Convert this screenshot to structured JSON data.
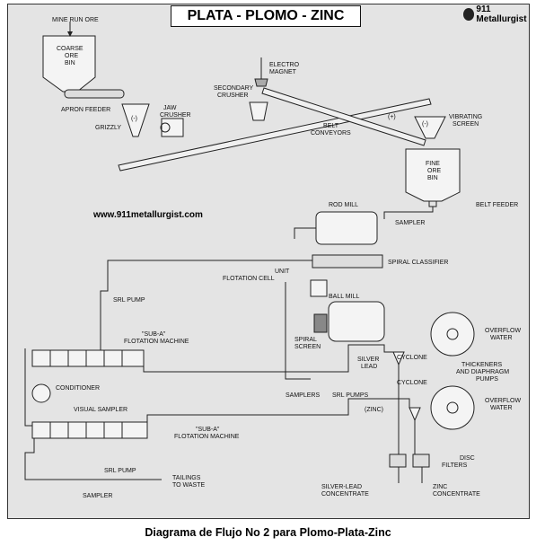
{
  "title": "PLATA - PLOMO - ZINC",
  "logo": {
    "icon": "logo-911-icon",
    "text": "911 Metallurgist"
  },
  "website": "www.911metallurgist.com",
  "caption": "Diagrama de Flujo No 2 para Plomo-Plata-Zinc",
  "labels": {
    "mine_run_ore": "MINE RUN ORE",
    "coarse_ore_bin": [
      "COARSE",
      "ORE",
      "BIN"
    ],
    "apron_feeder": "APRON FEEDER",
    "grizzly": "GRIZZLY",
    "jaw_crusher": [
      "JAW",
      "CRUSHER"
    ],
    "secondary_crusher": [
      "SECONDARY",
      "CRUSHER"
    ],
    "electro_magnet": [
      "ELECTRO",
      "MAGNET"
    ],
    "belt_conveyors": [
      "BELT",
      "CONVEYORS"
    ],
    "vibrating_screen": [
      "VIBRATING",
      "SCREEN"
    ],
    "fine_ore_bin": [
      "FINE",
      "ORE",
      "BIN"
    ],
    "belt_feeder": "BELT FEEDER",
    "rod_mill": "ROD MILL",
    "sampler": "SAMPLER",
    "spiral_classifier": "SPIRAL CLASSIFIER",
    "srl_pump": "SRL PUMP",
    "unit_flotation_cell": [
      "UNIT",
      "FLOTATION CELL"
    ],
    "ball_mill": "BALL MILL",
    "spiral_screen": [
      "SPIRAL",
      "SCREEN"
    ],
    "sub_a_flotation_1": [
      "\"SUB-A\"",
      "FLOTATION MACHINE"
    ],
    "silver_lead": [
      "SILVER",
      "LEAD"
    ],
    "cyclone": "CYCLONE",
    "overflow_water": [
      "OVERFLOW",
      "WATER"
    ],
    "thickeners": [
      "THICKENERS",
      "AND DIAPHRAGM",
      "PUMPS"
    ],
    "conditioner": "CONDITIONER",
    "samplers": "SAMPLERS",
    "srl_pumps": "SRL PUMPS",
    "zinc": "(ZINC)",
    "visual_sampler": "VISUAL SAMPLER",
    "sub_a_flotation_2": [
      "\"SUB-A\"",
      "FLOTATION MACHINE"
    ],
    "disc_filters": [
      "DISC",
      "FILTERS"
    ],
    "silver_lead_concentrate": [
      "SILVER-LEAD",
      "CONCENTRATE"
    ],
    "zinc_concentrate": [
      "ZINC",
      "CONCENTRATE"
    ],
    "srl_pump_bottom": "SRL PUMP",
    "tailings": [
      "TAILINGS",
      "TO WASTE"
    ],
    "sampler_bottom": "SAMPLER",
    "minus_sign": "(-)",
    "plus_sign": "(+)"
  }
}
